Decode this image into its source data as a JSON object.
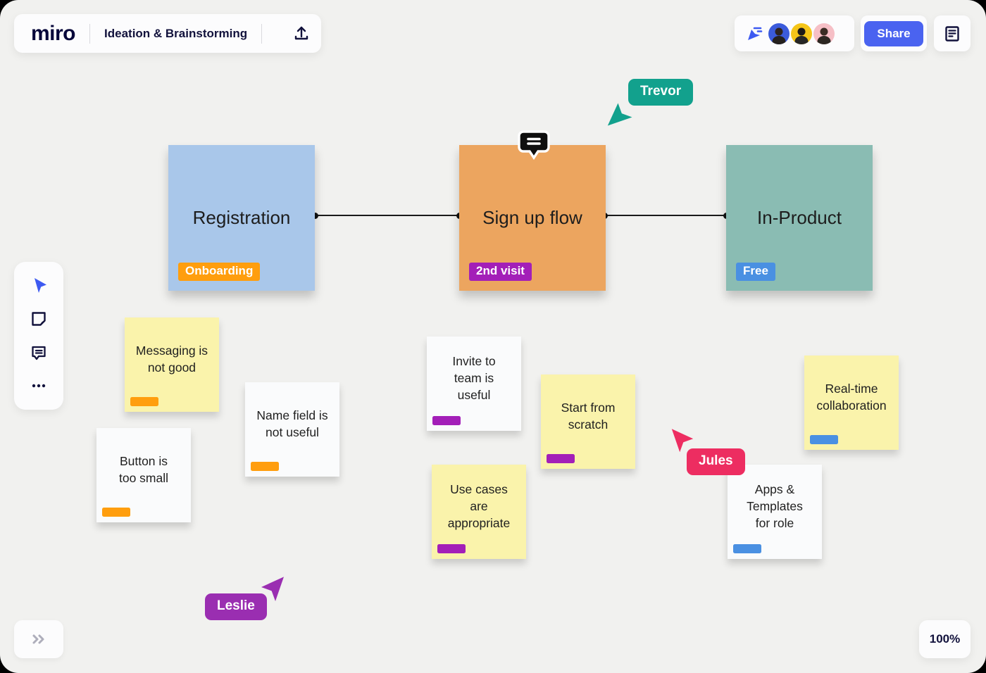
{
  "app": {
    "logo": "miro",
    "board_title": "Ideation & Brainstorming",
    "share_label": "Share",
    "zoom_level": "100%",
    "brand_blue": "#4a63f0",
    "canvas_bg": "#f1f1ef",
    "collaborator_count": 3
  },
  "cards": [
    {
      "title": "Registration",
      "tag": "Onboarding",
      "color": "#a9c7ea",
      "tag_color": "#ff9e0e",
      "has_comment": false
    },
    {
      "title": "Sign up flow",
      "tag": "2nd visit",
      "color": "#eca55f",
      "tag_color": "#a31fb8",
      "has_comment": true
    },
    {
      "title": "In-Product",
      "tag": "Free",
      "color": "#8abcb3",
      "tag_color": "#4a90e2",
      "has_comment": false
    }
  ],
  "notes": [
    {
      "text": "Messaging is\nnot good",
      "color": "#faf3ab",
      "tag_color": "#ff9e0e"
    },
    {
      "text": "Name field is\nnot useful",
      "color": "#fafbfc",
      "tag_color": "#ff9e0e"
    },
    {
      "text": "Button is\ntoo small",
      "color": "#fafbfc",
      "tag_color": "#ff9e0e"
    },
    {
      "text": "Invite to\nteam is\nuseful",
      "color": "#fafbfc",
      "tag_color": "#a31fb8"
    },
    {
      "text": "Start from\nscratch",
      "color": "#faf3ab",
      "tag_color": "#a31fb8"
    },
    {
      "text": "Use cases\nare\nappropriate",
      "color": "#faf3ab",
      "tag_color": "#a31fb8"
    },
    {
      "text": "Apps &\nTemplates\nfor role",
      "color": "#fafbfc",
      "tag_color": "#4a90e2"
    },
    {
      "text": "Real-time\ncollaboration",
      "color": "#faf3ab",
      "tag_color": "#4a90e2"
    }
  ],
  "cursors": {
    "trevor": {
      "name": "Trevor",
      "color": "#12a18d"
    },
    "jules": {
      "name": "Jules",
      "color": "#ed2d61"
    },
    "leslie": {
      "name": "Leslie",
      "color": "#9a2eb1"
    }
  },
  "toolbar": {
    "items": [
      "select",
      "sticky-note",
      "comment",
      "more"
    ]
  }
}
